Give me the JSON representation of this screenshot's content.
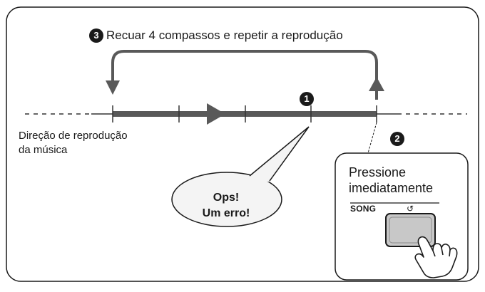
{
  "header": {
    "step3_number": "3",
    "step3_text": "Recuar 4 compassos e repetir a reprodução"
  },
  "timeline": {
    "step1_number": "1",
    "direction_line1": "Direção de reprodução",
    "direction_line2": "da música"
  },
  "bubble": {
    "line1": "Ops!",
    "line2": "Um erro!"
  },
  "panel": {
    "step2_number": "2",
    "instruction_line1": "Pressione",
    "instruction_line2": "imediatamente",
    "song_label": "SONG",
    "repeat_symbol": "↺",
    "button_icon": "hand-pointer-icon"
  },
  "colors": {
    "line": "#595959",
    "ink": "#1a1a1a",
    "button_fill": "#c8c8c8",
    "bubble_fill": "#f4f4f4"
  }
}
